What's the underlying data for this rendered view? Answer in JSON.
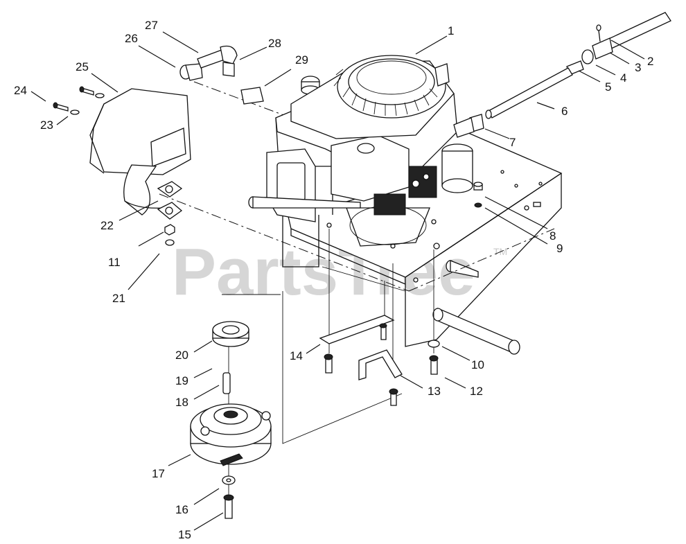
{
  "watermark": {
    "brand": "PartsTree",
    "trademark": "TM"
  },
  "callouts": [
    "1",
    "2",
    "3",
    "4",
    "5",
    "6",
    "7",
    "8",
    "9",
    "10",
    "11",
    "12",
    "13",
    "14",
    "15",
    "16",
    "17",
    "18",
    "19",
    "20",
    "21",
    "22",
    "23",
    "24",
    "25",
    "26",
    "27",
    "28",
    "29"
  ]
}
